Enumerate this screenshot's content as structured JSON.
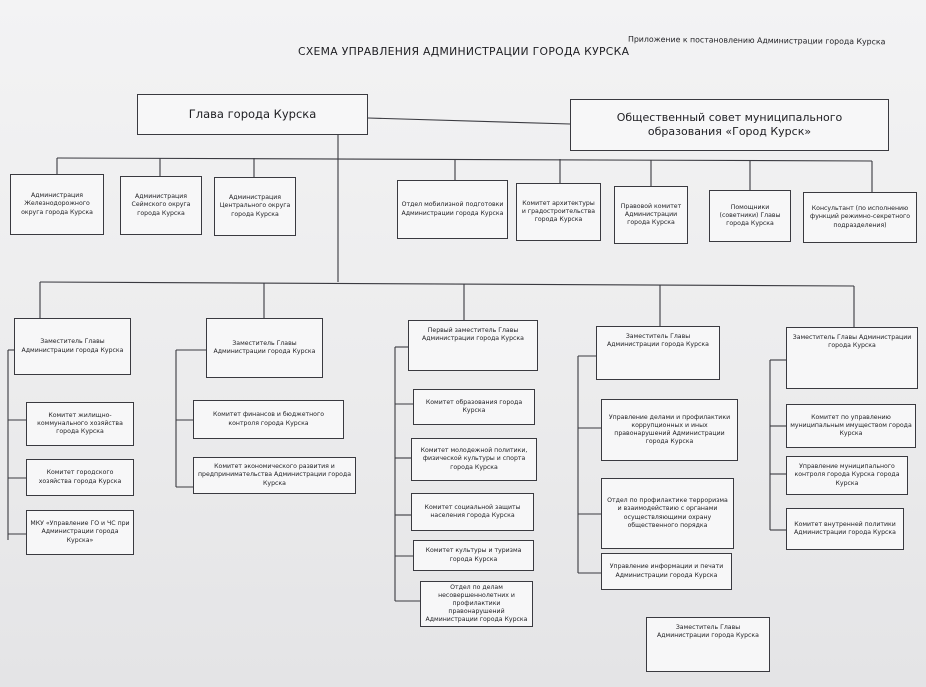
{
  "header": {
    "appendix": "Приложение к постановлению Администрации города Курска",
    "title": "СХЕМА УПРАВЛЕНИЯ АДМИНИСТРАЦИИ ГОРОДА КУРСКА"
  },
  "head": {
    "title": "Глава города Курска",
    "council": "Общественный совет муниципального образования «Город Курск»"
  },
  "districts": [
    "Администрация Железнодорожного округа города Курска",
    "Администрация Сеймского округа города Курска",
    "Администрация Центрального округа города Курска"
  ],
  "direct_units": [
    "Отдел мобилизной подготовки Администрации города Курска",
    "Комитет архитектуры и градостроительства города Курска",
    "Правовой комитет Администрации города Курска",
    "Помощники (советники) Главы города Курска",
    "Консультант (по исполнению функций режимно-секретного подразделения)"
  ],
  "deputies": [
    {
      "title": "Заместитель Главы Администрации города Курска",
      "units": [
        "Комитет жилищно-коммунального хозяйства города Курска",
        "Комитет городского хозяйства города Курска",
        "МКУ «Управление ГО и ЧС при Администрации города Курска»"
      ]
    },
    {
      "title": "Заместитель Главы Администрации города Курска",
      "units": [
        "Комитет финансов и бюджетного контроля города Курска",
        "Комитет экономического развития и предпринимательства Администрации города Курска"
      ]
    },
    {
      "title": "Первый заместитель Главы Администрации города Курска",
      "units": [
        "Комитет образования города Курска",
        "Комитет молодежной политики, физической культуры и спорта города Курска",
        "Комитет социальной защиты населения города Курска",
        "Комитет культуры и туризма города Курска",
        "Отдел по делам несовершеннолетних и профилактики правонарушений Администрации города Курска"
      ]
    },
    {
      "title": "Заместитель Главы Администрации города Курска",
      "units": [
        "Управление делами и профилактики коррупционных и иных правонарушений Администрации города Курска",
        "Отдел по профилактике терроризма и взаимодействию с органами осуществляющими охрану общественного порядка",
        "Управление информации и печати Администрации города Курска"
      ]
    },
    {
      "title": "Заместитель Главы Администрации города Курска",
      "units": [
        "Комитет по управлению муниципальным имуществом города Курска",
        "Управление муниципального контроля города Курска города Курска",
        "Комитет внутренней политики Администрации города Курска"
      ]
    }
  ],
  "extra_deputy": "Заместитель Главы Администрации города Курска"
}
